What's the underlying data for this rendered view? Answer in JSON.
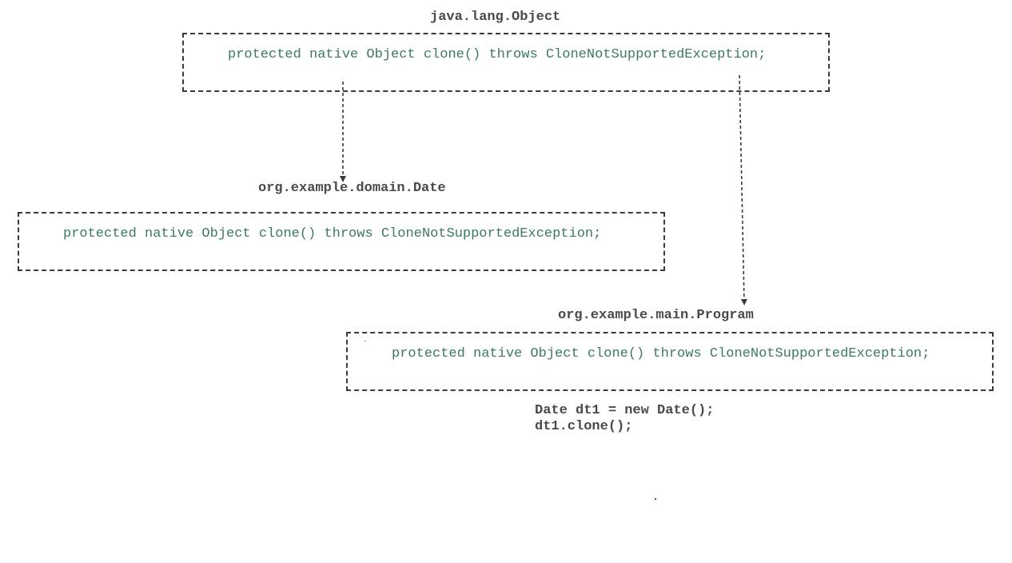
{
  "object_class": {
    "title": "java.lang.Object",
    "method": "protected native Object clone() throws CloneNotSupportedException;"
  },
  "date_class": {
    "title": "org.example.domain.Date",
    "method": "protected native Object clone() throws CloneNotSupportedException;"
  },
  "program_class": {
    "title": "org.example.main.Program",
    "method": "protected native Object clone() throws CloneNotSupportedException;",
    "code": [
      "Date dt1 = new Date();",
      "dt1.clone();"
    ]
  },
  "colors": {
    "border": "#3a3a3a",
    "title_text": "#4a4a4a",
    "method_text": "#3b7a60"
  }
}
